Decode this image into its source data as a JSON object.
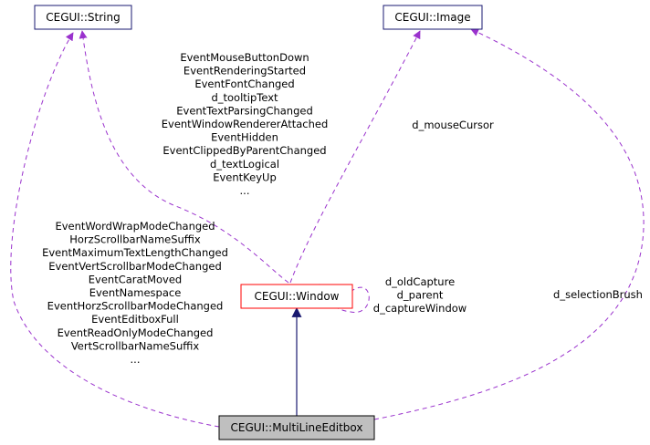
{
  "colors": {
    "node_border": "#191970",
    "highlight_border": "#ff0000",
    "focus_fill": "#bfbfbf",
    "focus_border": "#000000",
    "usage_edge": "#9a32cd",
    "inherit_edge": "#191970"
  },
  "nodes": {
    "string": "CEGUI::String",
    "image": "CEGUI::Image",
    "window": "CEGUI::Window",
    "editbox": "CEGUI::MultiLineEditbox"
  },
  "edge_labels": {
    "window_to_string": [
      "EventMouseButtonDown",
      "EventRenderingStarted",
      "EventFontChanged",
      "d_tooltipText",
      "EventTextParsingChanged",
      "EventWindowRendererAttached",
      "EventHidden",
      "EventClippedByParentChanged",
      "d_textLogical",
      "EventKeyUp",
      "..."
    ],
    "window_to_image": [
      "d_mouseCursor"
    ],
    "window_self": [
      "d_oldCapture",
      "d_parent",
      "d_captureWindow"
    ],
    "editbox_to_string": [
      "EventWordWrapModeChanged",
      "HorzScrollbarNameSuffix",
      "EventMaximumTextLengthChanged",
      "EventVertScrollbarModeChanged",
      "EventCaratMoved",
      "EventNamespace",
      "EventHorzScrollbarModeChanged",
      "EventEditboxFull",
      "EventReadOnlyModeChanged",
      "VertScrollbarNameSuffix",
      "..."
    ],
    "editbox_to_image": [
      "d_selectionBrush"
    ]
  }
}
